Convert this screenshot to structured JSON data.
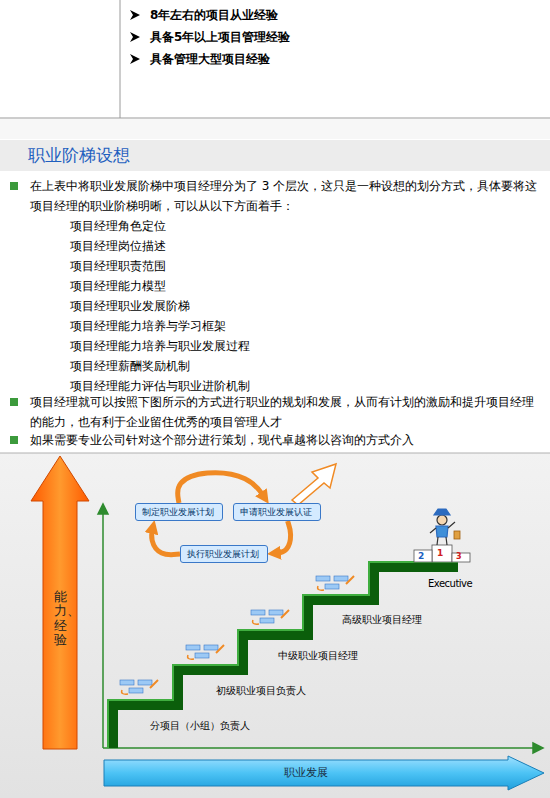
{
  "diagram": {
    "title": "职业阶梯设想",
    "nodes": [
      {
        "text": [
          "制定职业发展计划"
        ]
      },
      {
        "text": [
          "申请职业发展认证"
        ]
      },
      {
        "text": [
          "执行职业发展计划"
        ]
      },
      {
        "text": [
          "能力、经验"
        ]
      },
      {
        "text": [
          "职业发展"
        ]
      }
    ],
    "edges": [
      {
        "from": 0,
        "to": 1,
        "arrow": "to"
      },
      {
        "from": 1,
        "to": 2,
        "arrow": "to"
      },
      {
        "from": 2,
        "to": 0,
        "arrow": "to"
      }
    ],
    "labels": [
      "8年左右的项目从业经验",
      "具备5年以上项目管理经验",
      "具备管理大型项目经验",
      "在上表中将职业发展阶梯中项目经理分为了 3 个层次，这只是一种设想的划分方式，具体要将这项目经理的职业阶梯明晰，可以从以下方面着手：",
      "项目经理角色定位",
      "项目经理岗位描述",
      "项目经理职责范围",
      "项目经理能力模型",
      "项目经理职业发展阶梯",
      "项目经理能力培养与学习框架",
      "项目经理能力培养与职业发展过程",
      "项目经理薪酬奖励机制",
      "项目经理能力评估与职业进阶机制",
      "项目经理就可以按照下图所示的方式进行职业的规划和发展，从而有计划的激励和提升项目经理的能力，也有利于企业留住优秀的项目管理人才",
      "如果需要专业公司针对这个部分进行策划，现代卓越将以咨询的方式介入",
      "分项目（小组）负责人",
      "初级职业项目负责人",
      "中级职业项目经理",
      "高级职业项目经理",
      "Executive",
      "1",
      "2",
      "3"
    ]
  }
}
